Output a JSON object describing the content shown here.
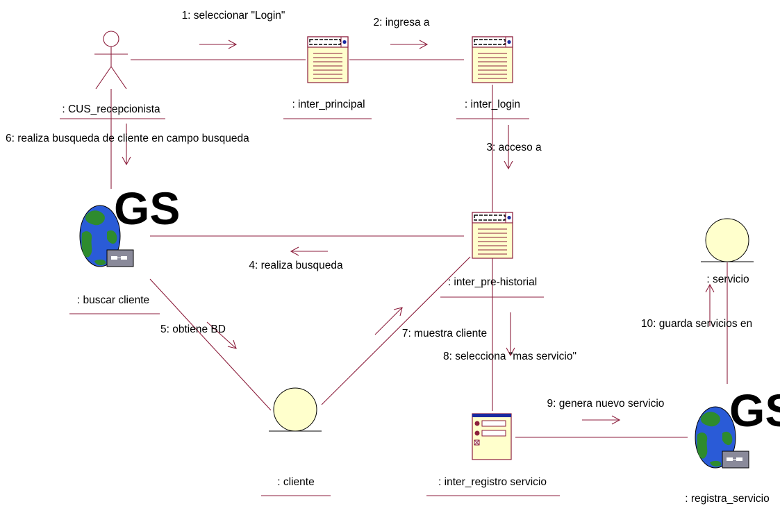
{
  "nodes": {
    "recepcionista": ": CUS_recepcionista",
    "inter_principal": ": inter_principal",
    "inter_login": ": inter_login",
    "buscar_cliente": ": buscar cliente",
    "inter_pre_historial": ": inter_pre-historial",
    "servicio": ": servicio",
    "cliente": ": cliente",
    "inter_registro_servicio": ": inter_registro servicio",
    "registra_servicio": ": registra_servicio"
  },
  "gs_label": "GS",
  "messages": {
    "m1": "1: seleccionar \"Login\"",
    "m2": "2: ingresa a",
    "m3": "3: acceso a",
    "m4": "4: realiza busqueda",
    "m5": "5: obtiene BD",
    "m6": "6: realiza busqueda de cliente en campo busqueda",
    "m7": "7: muestra cliente",
    "m8": "8: selecciona \"mas servicio\"",
    "m9": "9: genera nuevo servicio",
    "m10": "10: guarda servicios en"
  },
  "colors": {
    "link": "#8c1e3c",
    "entity_fill": "#ffffcc",
    "form_fill": "#ffffcc",
    "globe_ocean": "#2a5bd7",
    "globe_land": "#2e8b2e"
  }
}
